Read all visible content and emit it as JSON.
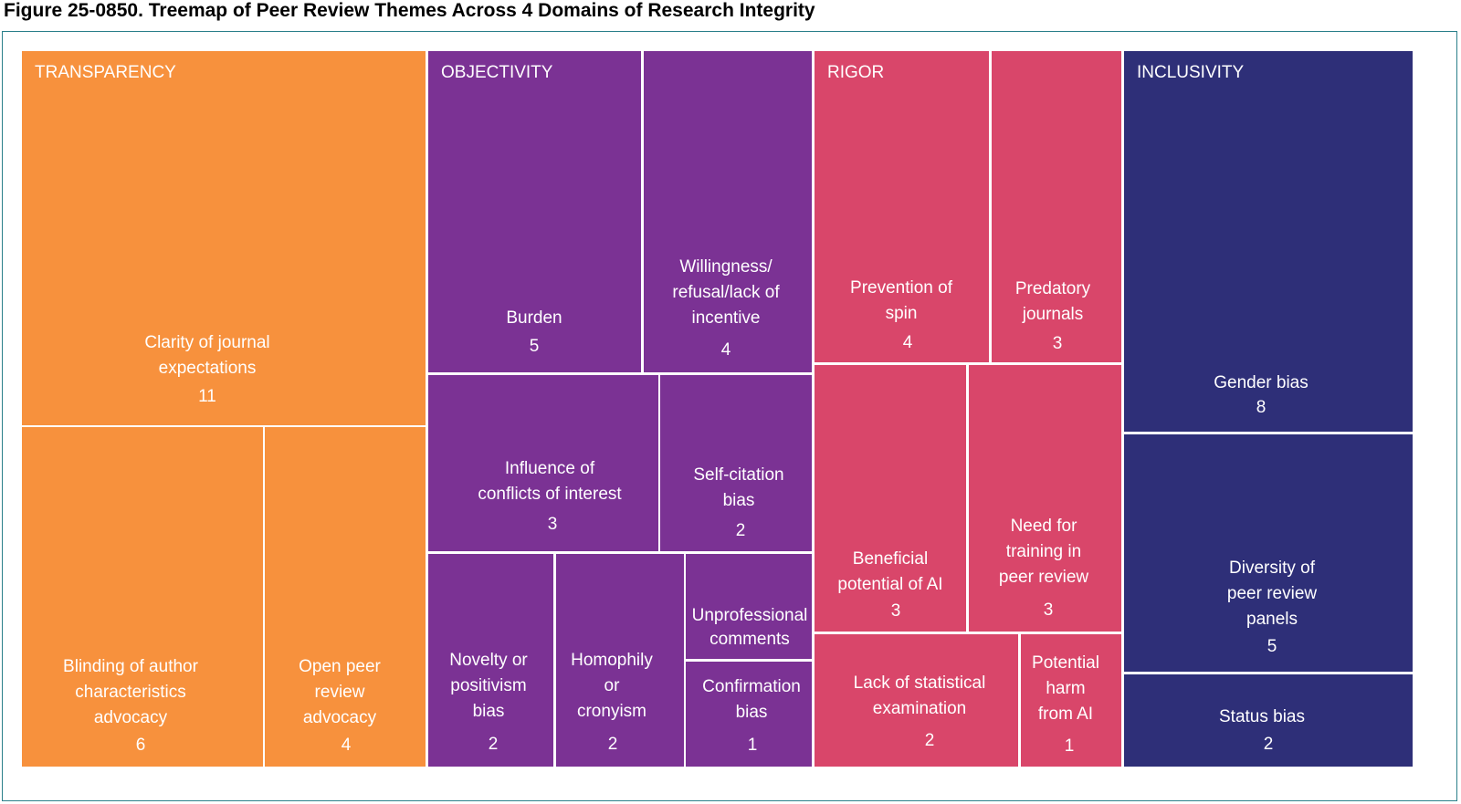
{
  "title": "Figure 25-0850. Treemap of Peer Review Themes Across 4 Domains of Research Integrity",
  "chart_data": {
    "type": "treemap",
    "groups": [
      {
        "name": "TRANSPARENCY",
        "color": "#f7913d",
        "items": [
          {
            "label": "Clarity of journal expectations",
            "value": 11
          },
          {
            "label": "Blinding of author characteristics advocacy",
            "value": 6
          },
          {
            "label": "Open peer review advocacy",
            "value": 4
          }
        ]
      },
      {
        "name": "OBJECTIVITY",
        "color": "#7b3294",
        "items": [
          {
            "label": "Burden",
            "value": 5
          },
          {
            "label": "Willingness/ refusal/lack of incentive",
            "value": 4
          },
          {
            "label": "Influence of conflicts of interest",
            "value": 3
          },
          {
            "label": "Self-citation bias",
            "value": 2
          },
          {
            "label": "Novelty or positivism bias",
            "value": 2
          },
          {
            "label": "Homophily or cronyism",
            "value": 2
          },
          {
            "label": "Unprofessional comments",
            "value": null
          },
          {
            "label": "Confirmation bias",
            "value": 1
          }
        ]
      },
      {
        "name": "RIGOR",
        "color": "#d9466a",
        "items": [
          {
            "label": "Prevention of spin",
            "value": 4
          },
          {
            "label": "Predatory journals",
            "value": 3
          },
          {
            "label": "Beneficial potential of AI",
            "value": 3
          },
          {
            "label": "Need for training in peer review",
            "value": 3
          },
          {
            "label": "Lack of statistical examination",
            "value": 2
          },
          {
            "label": "Potential harm from AI",
            "value": 1
          }
        ]
      },
      {
        "name": "INCLUSIVITY",
        "color": "#2e2f78",
        "items": [
          {
            "label": "Gender bias",
            "value": 8
          },
          {
            "label": "Diversity of peer review panels",
            "value": 5
          },
          {
            "label": "Status bias",
            "value": 2
          }
        ]
      }
    ]
  }
}
